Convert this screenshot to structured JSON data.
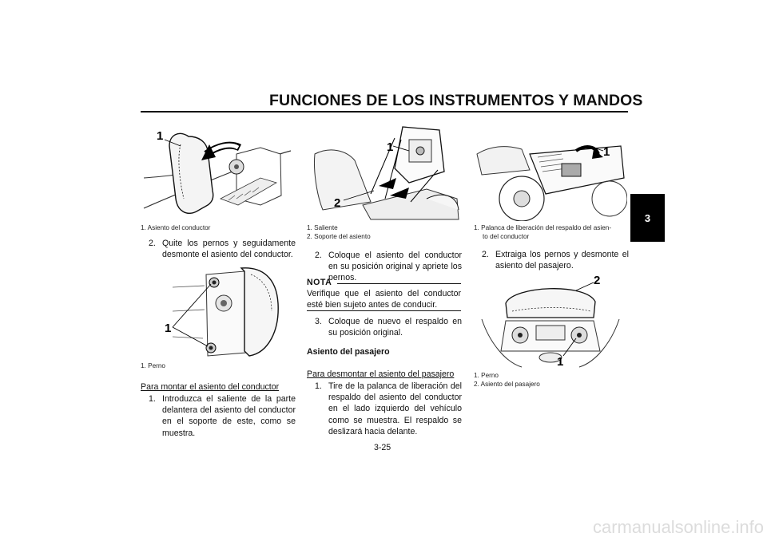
{
  "header": {
    "title": "FUNCIONES DE LOS INSTRUMENTOS Y MANDOS"
  },
  "chapter_tab": "3",
  "col1": {
    "fig1": {
      "callout": "1",
      "captions": [
        "1. Asiento del conductor"
      ]
    },
    "step2": {
      "num": "2.",
      "text": "Quite los pernos y seguidamente desmonte el asiento del conductor."
    },
    "fig2": {
      "callout": "1",
      "captions": [
        "1. Perno"
      ]
    },
    "subhead": "Para montar el asiento del conductor",
    "step1": {
      "num": "1.",
      "text": "Introduzca el saliente de la parte delantera del asiento del conductor en el soporte de este, como se muestra."
    }
  },
  "col2": {
    "fig3": {
      "callout1": "1",
      "callout2": "2",
      "captions": [
        "1. Saliente",
        "2. Soporte del asiento"
      ]
    },
    "step2": {
      "num": "2.",
      "text": "Coloque el asiento del conductor en su posición original y apriete los pernos."
    },
    "nota": {
      "label": "NOTA",
      "text": "Verifique que el asiento del conductor esté bien sujeto antes de conducir."
    },
    "step3": {
      "num": "3.",
      "text": "Coloque de nuevo el respaldo en su posición original."
    },
    "section": "Asiento del pasajero",
    "subhead": "Para desmontar el asiento del pasajero",
    "step1": {
      "num": "1.",
      "text": "Tire de la palanca de liberación del respaldo del asiento del conductor en el lado izquierdo del vehículo como se muestra. El respaldo se deslizará hacia delante."
    }
  },
  "col3": {
    "fig4": {
      "callout": "1",
      "captions": [
        "1. Palanca de liberación del respaldo del asien-",
        "to del conductor"
      ]
    },
    "step2": {
      "num": "2.",
      "text": "Extraiga los pernos y desmonte el asiento del pasajero."
    },
    "fig5": {
      "callout1": "2",
      "callout2": "1",
      "captions": [
        "1. Perno",
        "2. Asiento del pasajero"
      ]
    }
  },
  "page_number": "3-25",
  "watermark": "carmanualsonline.info"
}
